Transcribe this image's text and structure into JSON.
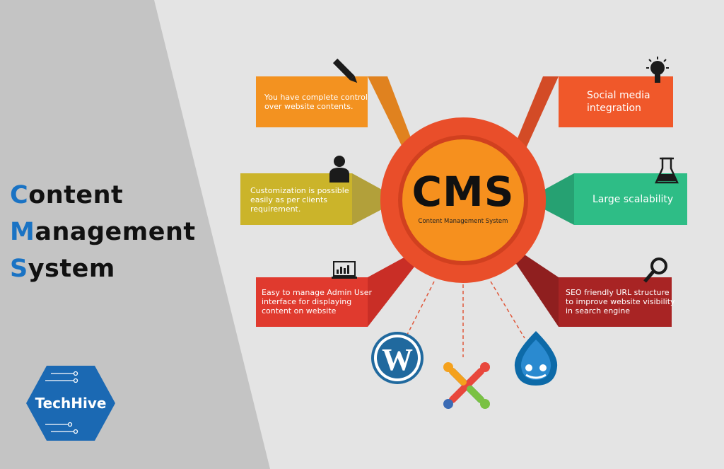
{
  "title": {
    "line1_cap": "C",
    "line1_rest": "ontent",
    "line2_cap": "M",
    "line2_rest": "anagement",
    "line3_cap": "S",
    "line3_rest": "ystem"
  },
  "logo": {
    "text": "TechHive"
  },
  "hub": {
    "title": "CMS",
    "subtitle": "Content Management System"
  },
  "features": {
    "top_left": [
      "You have complete control",
      "over website contents."
    ],
    "mid_left": [
      "Customization is possible",
      "easily as per clients",
      "requirement."
    ],
    "bottom_left": [
      "Easy to manage Admin User",
      "interface for displaying",
      "content on website"
    ],
    "top_right": [
      "Social media",
      "integration"
    ],
    "mid_right": [
      "Large scalability"
    ],
    "bottom_right": [
      "SEO friendly URL structure",
      "to improve website visibility",
      "in search engine"
    ]
  },
  "icons": {
    "top_left": "pencil-icon",
    "mid_left": "person-icon",
    "bottom_left": "monitor-chart-icon",
    "top_right": "lightbulb-icon",
    "mid_right": "flask-icon",
    "bottom_right": "magnifier-icon",
    "platforms": [
      "wordpress-logo-icon",
      "joomla-logo-icon",
      "drupal-logo-icon"
    ]
  },
  "colors": {
    "accent_blue": "#1a73c4",
    "orange": "#f39220",
    "yellow_olive": "#cbb42a",
    "red": "#e03a2e",
    "orange_red": "#f0582a",
    "green": "#2ebd86",
    "dark_red": "#a82424",
    "hub_outer": "#e94e2a",
    "hub_inner": "#f6901e"
  }
}
